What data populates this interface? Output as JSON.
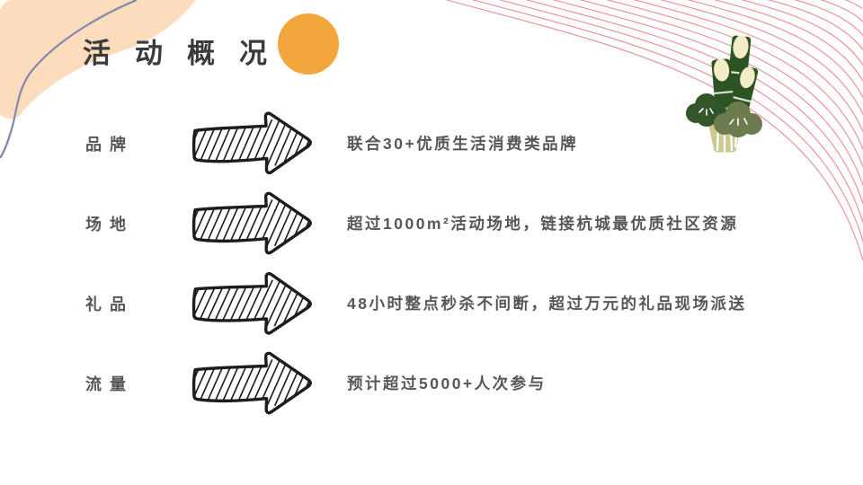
{
  "slide": {
    "title": "活动概况"
  },
  "overview_rows": [
    {
      "label": "品牌",
      "text": "联合30+优质生活消费类品牌"
    },
    {
      "label": "场地",
      "text": "超过1000m²活动场地，链接杭城最优质社区资源"
    },
    {
      "label": "礼品",
      "text": "48小时整点秒杀不间断，超过万元的礼品现场派送"
    },
    {
      "label": "流量",
      "text": "预计超过5000+人次参与"
    }
  ],
  "icons": {
    "arrow": "sketch-right-arrow-icon",
    "plant": "kadomatsu-bamboo-icon"
  },
  "colors": {
    "title_text": "#3b3b3b",
    "body_text": "#575757",
    "accent_circle": "#f2a63c",
    "corner_blob": "#fbdcbc",
    "curve_line": "#8088ab",
    "fan_lines": "#e87c86",
    "bamboo_dark_green": "#2c5422",
    "pine_olive": "#6d7c4e",
    "straw_base": "#cbc892"
  }
}
